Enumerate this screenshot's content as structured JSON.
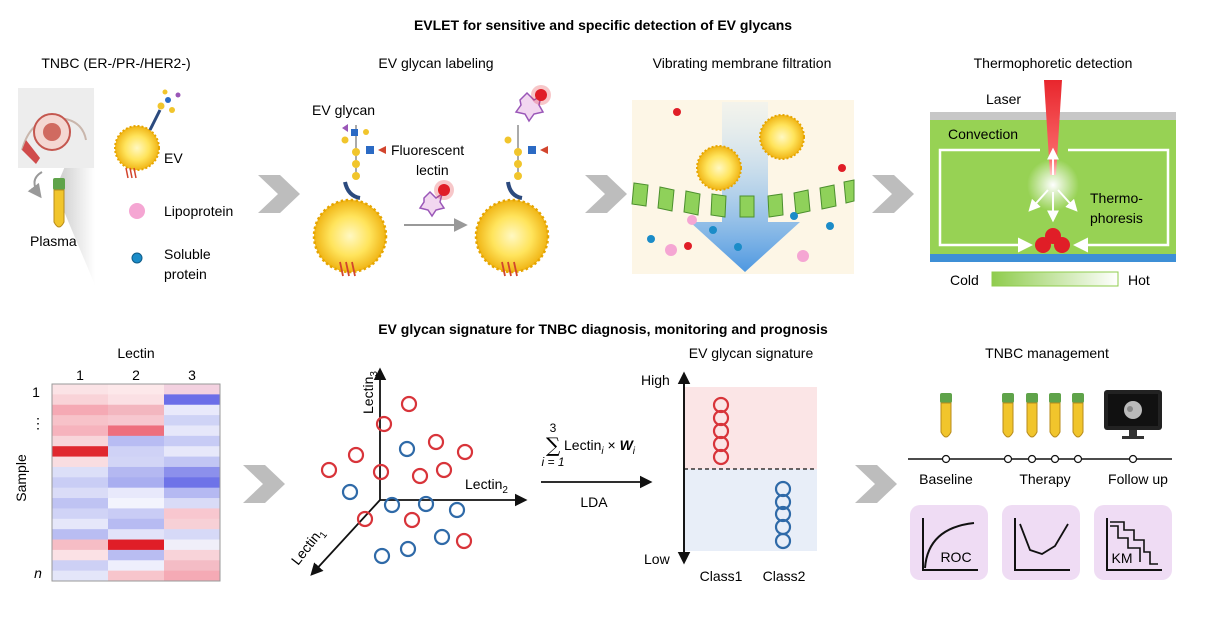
{
  "top": {
    "title": "EVLET for sensitive and specific detection of EV glycans",
    "panels": {
      "tnbc": {
        "header": "TNBC (ER-/PR-/HER2-)",
        "plasma": "Plasma",
        "legend": {
          "ev": "EV",
          "lipoprotein": "Lipoprotein",
          "soluble_1": "Soluble",
          "soluble_2": "protein"
        }
      },
      "labeling": {
        "header": "EV glycan labeling",
        "ev_glycan": "EV glycan",
        "fluorescent": "Fluorescent",
        "lectin": "lectin"
      },
      "filtration": {
        "header": "Vibrating membrane filtration"
      },
      "thermo": {
        "header": "Thermophoretic detection",
        "laser": "Laser",
        "convection": "Convection",
        "thermo_1": "Thermo-",
        "thermo_2": "phoresis",
        "cold": "Cold",
        "hot": "Hot"
      }
    }
  },
  "bottom": {
    "title": "EV glycan signature for TNBC diagnosis, monitoring and prognosis",
    "heatmap": {
      "title": "Lectin",
      "columns": [
        "1",
        "2",
        "3"
      ],
      "row_labels": {
        "first": "1",
        "dots": "⋮",
        "last": "n"
      },
      "ylabel": "Sample"
    },
    "scatter": {
      "axes": {
        "z_base": "Lectin",
        "z_sub": "3",
        "x_base": "Lectin",
        "x_sub": "2",
        "y_base": "Lectin",
        "y_sub": "1"
      }
    },
    "formula": {
      "sum": "∑",
      "upper": "3",
      "lower": "i = 1",
      "body_1": "Lectin",
      "body_sub": "i",
      "body_2": " × ",
      "body_3": "W",
      "body_sub2": "i",
      "method": "LDA"
    },
    "signature": {
      "title": "EV glycan signature",
      "high": "High",
      "low": "Low",
      "class1": "Class1",
      "class2": "Class2"
    },
    "management": {
      "title": "TNBC management",
      "timeline": {
        "baseline": "Baseline",
        "therapy": "Therapy",
        "follow_up": "Follow up"
      },
      "cards": {
        "roc": "ROC",
        "km": "KM"
      }
    }
  },
  "colors": {
    "red_circle": "#d8343a",
    "blue_circle": "#2f6aa8",
    "ev_yellow": "#f5cc2a",
    "gel_green": "#9ed45a",
    "arrow_grey": "#bdbdbd",
    "card_purple": "#efdcf4"
  },
  "heat_cells": [
    [
      "#fbe3e6",
      "#fde8ea",
      "#f3d1e0"
    ],
    [
      "#f9d3d8",
      "#fbe0e4",
      "#6c6ee8"
    ],
    [
      "#f5a9b4",
      "#f3b6bf",
      "#e9e9fb"
    ],
    [
      "#f7c2c9",
      "#f7c7cf",
      "#cfd3f6"
    ],
    [
      "#f6b3bd",
      "#ee6f7e",
      "#e6e7fa"
    ],
    [
      "#f8d5da",
      "#b8bcf3",
      "#c7cbf5"
    ],
    [
      "#e0282f",
      "#cfd2f6",
      "#e7e8fa"
    ],
    [
      "#f9dde1",
      "#d2d5f6",
      "#c2c6f4"
    ],
    [
      "#dcdff8",
      "#b4b8f1",
      "#8c90ec"
    ],
    [
      "#c9cdf5",
      "#a9aef0",
      "#6e73e8"
    ],
    [
      "#dadcf7",
      "#e8e9fb",
      "#b5b9f2"
    ],
    [
      "#bfc3f3",
      "#f3f4fd",
      "#d9dbf7"
    ],
    [
      "#d0d3f6",
      "#c9ccf5",
      "#f8c7cf"
    ],
    [
      "#e6e7fa",
      "#b7bbf2",
      "#f7d0d6"
    ],
    [
      "#b9bdf2",
      "#e2e3f9",
      "#d6d9f7"
    ],
    [
      "#f6bdc5",
      "#e01e27",
      "#f0eff9"
    ],
    [
      "#fbe1e5",
      "#b9bdf2",
      "#f8d3d9"
    ],
    [
      "#cdd0f5",
      "#eeeffc",
      "#f4bcc5"
    ],
    [
      "#e4e6f9",
      "#f7c5cc",
      "#f5aab5"
    ]
  ]
}
